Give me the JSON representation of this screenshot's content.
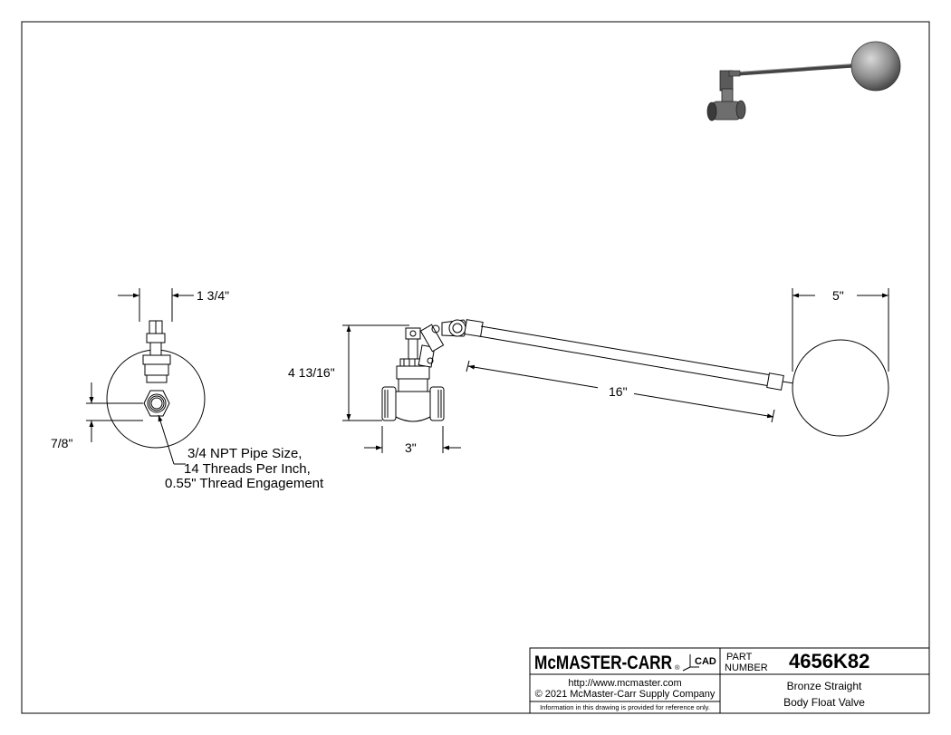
{
  "dimensions": {
    "top_width": "1 3/4\"",
    "left_offset": "7/8\"",
    "height": "4 13/16\"",
    "body_length": "3\"",
    "arm_length": "16\"",
    "float_diameter": "5\""
  },
  "note": {
    "line1": "3/4 NPT Pipe Size,",
    "line2": "14 Threads Per Inch,",
    "line3": "0.55\" Thread Engagement"
  },
  "title_block": {
    "logo": "McMASTER-CARR",
    "logo_mark": "®",
    "cad_label": "CAD",
    "part_label_1": "PART",
    "part_label_2": "NUMBER",
    "part_number": "4656K82",
    "url": "http://www.mcmaster.com",
    "copyright": "© 2021 McMaster-Carr Supply Company",
    "disclaimer": "Information in this drawing is provided for reference only.",
    "description_1": "Bronze Straight",
    "description_2": "Body Float Valve"
  }
}
